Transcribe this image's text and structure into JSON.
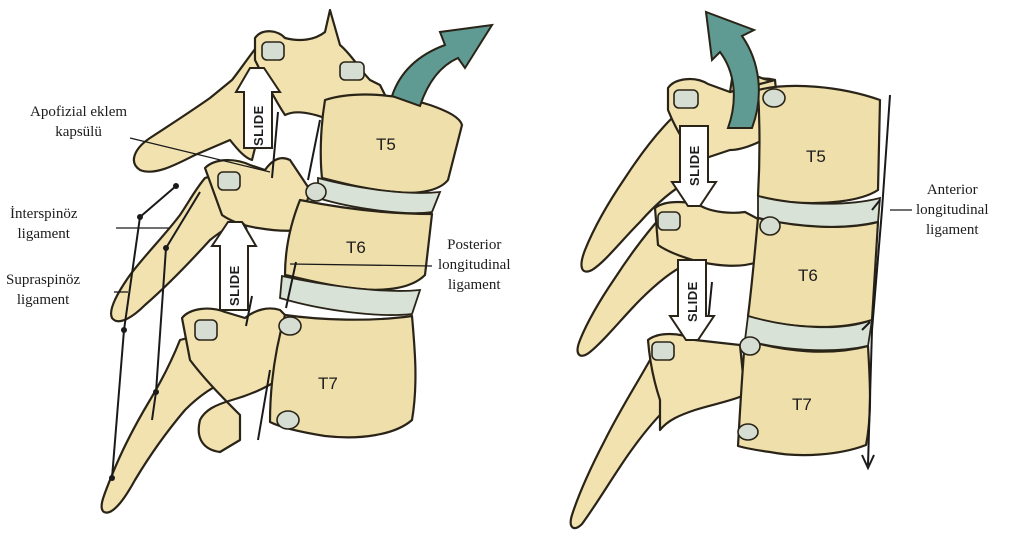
{
  "left_figure": {
    "vertebrae": [
      "T5",
      "T6",
      "T7"
    ],
    "slide_labels": [
      "SLIDE",
      "SLIDE"
    ],
    "annotations": {
      "apofizial": [
        "Apofizial eklem",
        "kapsülü"
      ],
      "interspinoz": [
        "İnterspinöz",
        "ligament"
      ],
      "supraspinoz": [
        "Supraspinöz",
        "ligament"
      ],
      "posterior": [
        "Posterior",
        "longitudinal",
        "ligament"
      ]
    }
  },
  "right_figure": {
    "vertebrae": [
      "T5",
      "T6",
      "T7"
    ],
    "slide_labels": [
      "SLIDE",
      "SLIDE"
    ],
    "annotations": {
      "anterior": [
        "Anterior",
        "longitudinal",
        "ligament"
      ]
    }
  },
  "colors": {
    "bone": "#f1e2b0",
    "disc": "#d9e2d6",
    "motion_arrow": "#5f9a93",
    "outline": "#2a2418"
  }
}
